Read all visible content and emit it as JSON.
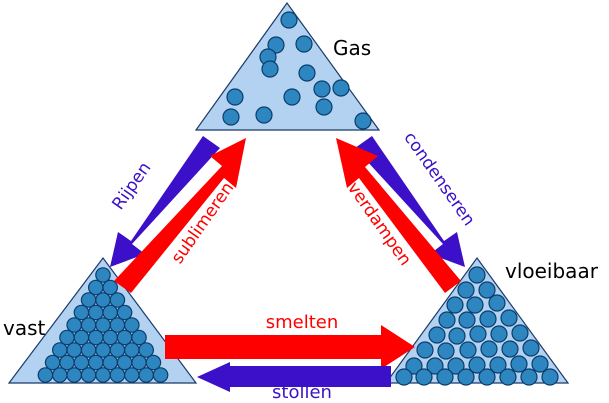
{
  "diagram": {
    "title": "",
    "states": {
      "gas": {
        "label": "Gas"
      },
      "liquid": {
        "label": "vloeibaar"
      },
      "solid": {
        "label": "vast"
      }
    },
    "transitions": {
      "rijpen": {
        "label": "Rijpen",
        "from": "gas",
        "to": "solid"
      },
      "sublimeren": {
        "label": "sublimeren",
        "from": "solid",
        "to": "gas"
      },
      "condenseren": {
        "label": "condenseren",
        "from": "gas",
        "to": "liquid"
      },
      "verdampen": {
        "label": "verdampen",
        "from": "liquid",
        "to": "gas"
      },
      "smelten": {
        "label": "smelten",
        "from": "solid",
        "to": "liquid"
      },
      "stollen": {
        "label": "stollen",
        "from": "liquid",
        "to": "solid"
      }
    },
    "colors": {
      "triangle_fill": "#b3d1f0",
      "triangle_stroke": "#1a3a6a",
      "particle_fill": "#2e86c1",
      "particle_stroke": "#0b3d6b",
      "arrow_red": "#ff0000",
      "arrow_purple": "#3b10c8",
      "text_black": "#000000"
    }
  }
}
